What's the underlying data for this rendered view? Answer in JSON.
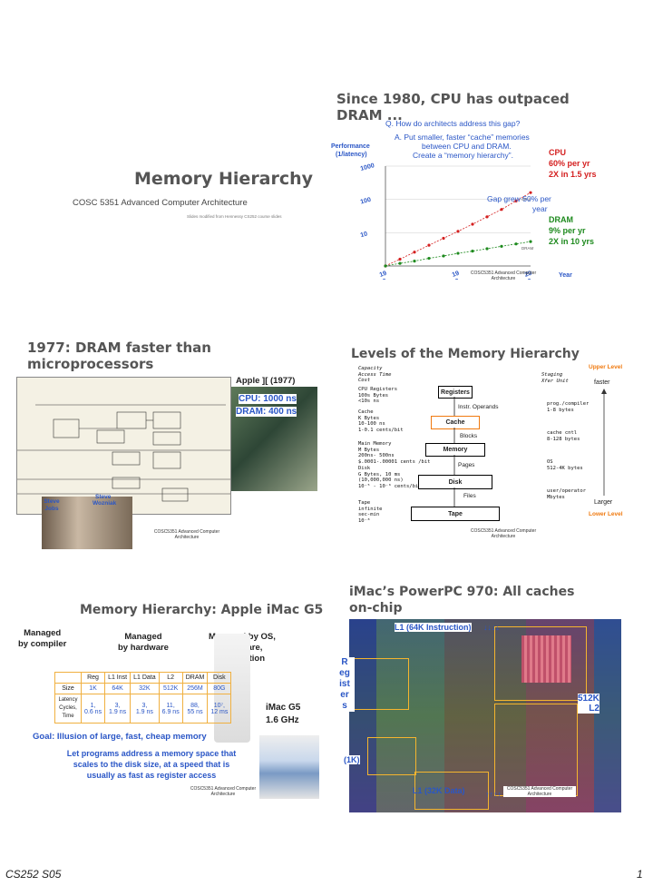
{
  "slide1": {
    "title": "Memory Hierarchy",
    "subtitle": "COSC 5351 Advanced Computer Architecture",
    "note": "Slides modified from Hennessy CS252 course slides"
  },
  "slide2": {
    "title_line1": "Since 1980, CPU has outpaced",
    "title_line2": "DRAM ...",
    "question": "Q. How do architects address this gap?",
    "answer_line1": "A. Put smaller, faster “cache” memories",
    "answer_line2": "between CPU and DRAM.",
    "answer_line3": "Create a “memory hierarchy”.",
    "ylabel_line1": "Performance",
    "ylabel_line2": "(1/latency)",
    "yticks": [
      "1000",
      "100",
      "10"
    ],
    "xticks": [
      "19\n80",
      "19\n90",
      "20\n00"
    ],
    "xlabel": "Year",
    "cpu_line1": "CPU",
    "cpu_line2": "60% per yr",
    "cpu_line3": "2X in 1.5 yrs",
    "dram_line1": "DRAM",
    "dram_line2": "9% per yr",
    "dram_line3": "2X in 10 yrs",
    "gap_line1": "Gap grew 50% per",
    "gap_line2": "year",
    "cpu_tag": "CPU",
    "dram_tag": "DRAM",
    "footer_line1": "COSC5351 Advanced Computer",
    "footer_line2": "Architecture"
  },
  "chart_data": {
    "type": "line",
    "title": "",
    "ylabel": "Performance (1/latency)",
    "xlabel": "Year",
    "yscale": "log",
    "ylim": [
      1,
      1000
    ],
    "xlim": [
      1980,
      2000
    ],
    "series": [
      {
        "name": "CPU",
        "color": "#d41f1f",
        "x": [
          1980,
          1982,
          1984,
          1986,
          1988,
          1990,
          1992,
          1994,
          1996,
          1998,
          2000
        ],
        "values": [
          1,
          1.6,
          2.6,
          4.2,
          6.8,
          11,
          18,
          30,
          50,
          90,
          160
        ]
      },
      {
        "name": "DRAM",
        "color": "#1e8a1e",
        "x": [
          1980,
          1982,
          1984,
          1986,
          1988,
          1990,
          1992,
          1994,
          1996,
          1998,
          2000
        ],
        "values": [
          1,
          1.2,
          1.4,
          1.7,
          2,
          2.4,
          2.8,
          3.3,
          3.9,
          4.6,
          5.4
        ]
      }
    ]
  },
  "slide3": {
    "title_line1": "1977: DRAM faster than",
    "title_line2": "microprocessors",
    "apple_label": "Apple ][ (1977)",
    "cpu_text": "CPU: 1000 ns",
    "dram_text": "DRAM: 400 ns",
    "person1": "Steve Jobs",
    "person2_line1": "Steve",
    "person2_line2": "Wozniak",
    "footer_line1": "COSC5351 Advanced Computer",
    "footer_line2": "Architecture"
  },
  "slide4": {
    "title": "Levels of the Memory Hierarchy",
    "upper_level": "Upper Level",
    "lower_level": "Lower Level",
    "staging_line1": "Staging",
    "staging_line2": "Xfer Unit",
    "faster": "faster",
    "larger": "Larger",
    "cap_line1": "Capacity",
    "cap_line2": "Access Time",
    "cap_line3": "Cost",
    "levels": [
      {
        "name": "Registers",
        "desc": [
          "CPU Registers",
          "100s Bytes",
          "<10s ns"
        ],
        "xfer": "Instr. Operands",
        "unit": [
          "prog./compiler",
          "1-8 bytes"
        ]
      },
      {
        "name": "Cache",
        "desc": [
          "Cache",
          "K Bytes",
          "10-100 ns",
          "1-0.1 cents/bit"
        ],
        "xfer": "Blocks",
        "unit": [
          "cache cntl",
          "8-128 bytes"
        ]
      },
      {
        "name": "Memory",
        "desc": [
          "Main Memory",
          "M Bytes",
          "200ns- 500ns",
          "$.0001-.00001 cents /bit"
        ],
        "xfer": "Pages",
        "unit": [
          "OS",
          "512-4K bytes"
        ]
      },
      {
        "name": "Disk",
        "desc": [
          "Disk",
          "G Bytes, 10 ms",
          "(10,000,000 ns)",
          "10⁻⁵ - 10⁻⁶ cents/bit"
        ],
        "xfer": "Files",
        "unit": [
          "user/operator",
          "Mbytes"
        ]
      },
      {
        "name": "Tape",
        "desc": [
          "Tape",
          "infinite",
          "sec-min",
          "10⁻⁸"
        ],
        "xfer": "",
        "unit": []
      }
    ],
    "footer_line1": "COSC5351 Advanced Computer",
    "footer_line2": "Architecture"
  },
  "slide5": {
    "title": "Memory Hierarchy: Apple iMac G5",
    "managed1_line1": "Managed",
    "managed1_line2": "by compiler",
    "managed2_line1": "Managed",
    "managed2_line2": "by hardware",
    "managed3_line1": "Managed by OS,",
    "managed3_line2": "hardware,",
    "managed3_line3": "application",
    "table_header": [
      "",
      "Reg",
      "L1 Inst",
      "L1 Data",
      "L2",
      "DRAM",
      "Disk"
    ],
    "size_label": "Size",
    "sizes": [
      "1K",
      "64K",
      "32K",
      "512K",
      "256M",
      "80G"
    ],
    "latency_label": "Latency Cycles, Time",
    "cycles": [
      "1,",
      "3,",
      "3,",
      "11,",
      "88,",
      "10⁷,"
    ],
    "times": [
      "0.6 ns",
      "1.9 ns",
      "1.9 ns",
      "6.9 ns",
      "55 ns",
      "12 ms"
    ],
    "imac_line1": "iMac G5",
    "imac_line2": "1.6 GHz",
    "goal": "Goal: Illusion of large, fast, cheap memory",
    "body_line1": "Let programs address a memory space that",
    "body_line2": "scales to the disk size, at a speed that is",
    "body_line3": "usually as fast as register access",
    "footer_line1": "COSC5351 Advanced Computer",
    "footer_line2": "Architecture"
  },
  "slide6": {
    "title_line1": "iMac’s PowerPC 970: All caches",
    "title_line2": "on-chip",
    "l1i": "L1 (64K Instruction)",
    "reg_letters": [
      "R",
      "eg",
      "ist",
      "er",
      "s"
    ],
    "l2_line1": "512K",
    "l2_line2": "L2",
    "onek": "(1K)",
    "l1d": "L1 (32K Data)",
    "footer_line1": "COSC5351 Advanced Computer",
    "footer_line2": "Architecture"
  },
  "page_footer": {
    "left": "CS252 S05",
    "right": "1"
  }
}
